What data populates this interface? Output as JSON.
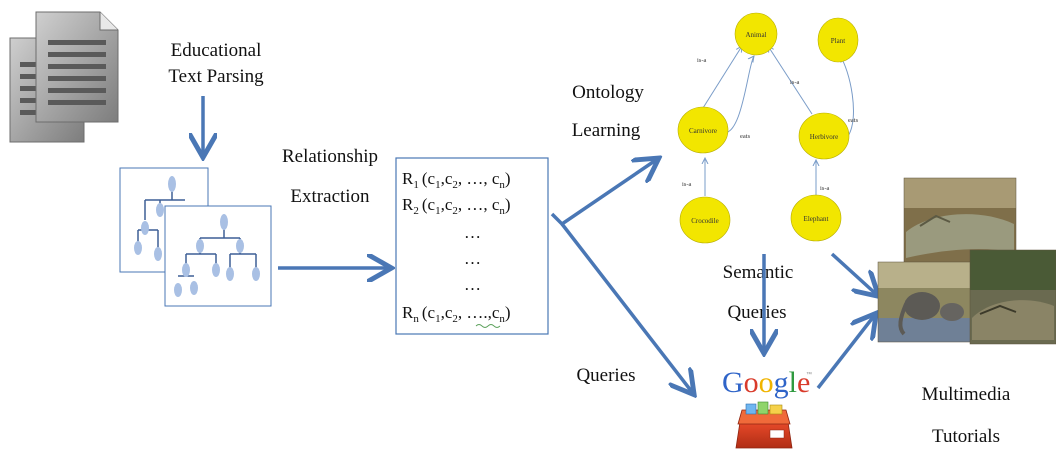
{
  "labels": {
    "parsing_line1": "Educational",
    "parsing_line2": "Text Parsing",
    "relationship_line1": "Relationship",
    "relationship_line2": "Extraction",
    "ontology_line1": "Ontology",
    "ontology_line2": "Learning",
    "semantic_line1": "Semantic",
    "semantic_line2": "Queries",
    "queries": "Queries",
    "multimedia_line1": "Multimedia",
    "multimedia_line2": "Tutorials",
    "google": "Google"
  },
  "relations": {
    "r1_base": "R",
    "r1_sub": "1",
    "r2_base": "R",
    "r2_sub": "2",
    "rn_base": "R",
    "rn_sub": "n",
    "args_open": "(c",
    "c1_sub": "1",
    "c2_sep": ",c",
    "c2_sub": "2",
    "ellipsis_args": ", …, c",
    "cn_sub": "n",
    "close": ")",
    "dots1": "…",
    "dots2": "…",
    "dots3": "…",
    "rn_ellipsis": ", ….,c"
  },
  "ontology": {
    "nodes": {
      "animal": "Animal",
      "plant": "Plant",
      "carnivore": "Carnivore",
      "herbivore": "Herbivore",
      "crocodile": "Crocodile",
      "elephant": "Elephant"
    },
    "edges": {
      "carnivore_isa": "is-a",
      "herbivore_isa": "is-a",
      "carnivore_eats": "eats",
      "herbivore_eats": "eats",
      "crocodile_isa": "is-a",
      "elephant_isa": "is-a"
    }
  },
  "colors": {
    "arrow": "#4a77b5",
    "node_fill": "#f2e600",
    "tree_node": "#a9c0e4",
    "tree_line": "#3d5f96",
    "box_border": "#4a77b5",
    "doc_gray": "#8f8f8f"
  }
}
